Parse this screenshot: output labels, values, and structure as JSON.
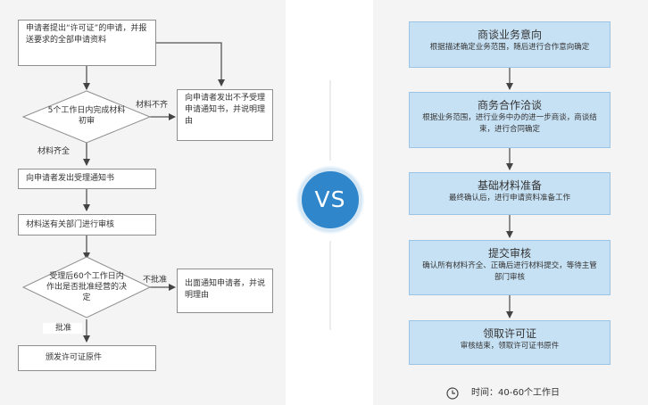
{
  "left": {
    "step1": "申请者提出“许可证”的申请，并报送要求的全部申请资料",
    "decision1": "5个工作日内完成材料初审",
    "label_incomplete": "材料不齐",
    "reject1": "向申请者发出不予受理申请通知书，并说明理由",
    "label_complete": "材料齐全",
    "step2": "向申请者发出受理通知书",
    "step3": "材料送有关部门进行审核",
    "decision2": "受理后60个工作日内作出是否批准经营的决定",
    "label_not_approved": "不批准",
    "reject2": "出面通知申请者，并说明理由",
    "label_approved": "批准",
    "step4": "颁发许可证原件"
  },
  "vs": "VS",
  "right": {
    "steps": [
      {
        "title": "商谈业务意向",
        "desc": "根据描述确定业务范围，随后进行合作意向确定"
      },
      {
        "title": "商务合作洽谈",
        "desc": "根据业务范围，进行业务中办的进一步商谈，商谈结束，进行合同确定"
      },
      {
        "title": "基础材料准备",
        "desc": "最终确认后，进行申请资料准备工作"
      },
      {
        "title": "提交审核",
        "desc": "确认所有材料齐全、正确后进行材料提交，等待主管部门审核"
      },
      {
        "title": "领取许可证",
        "desc": "审核结束，领取许可证书原件"
      }
    ],
    "time": "时间：40-60个工作日"
  },
  "colors": {
    "accent": "#2f86cb",
    "box_fill": "#c7e1f4",
    "arrow": "#444444"
  }
}
